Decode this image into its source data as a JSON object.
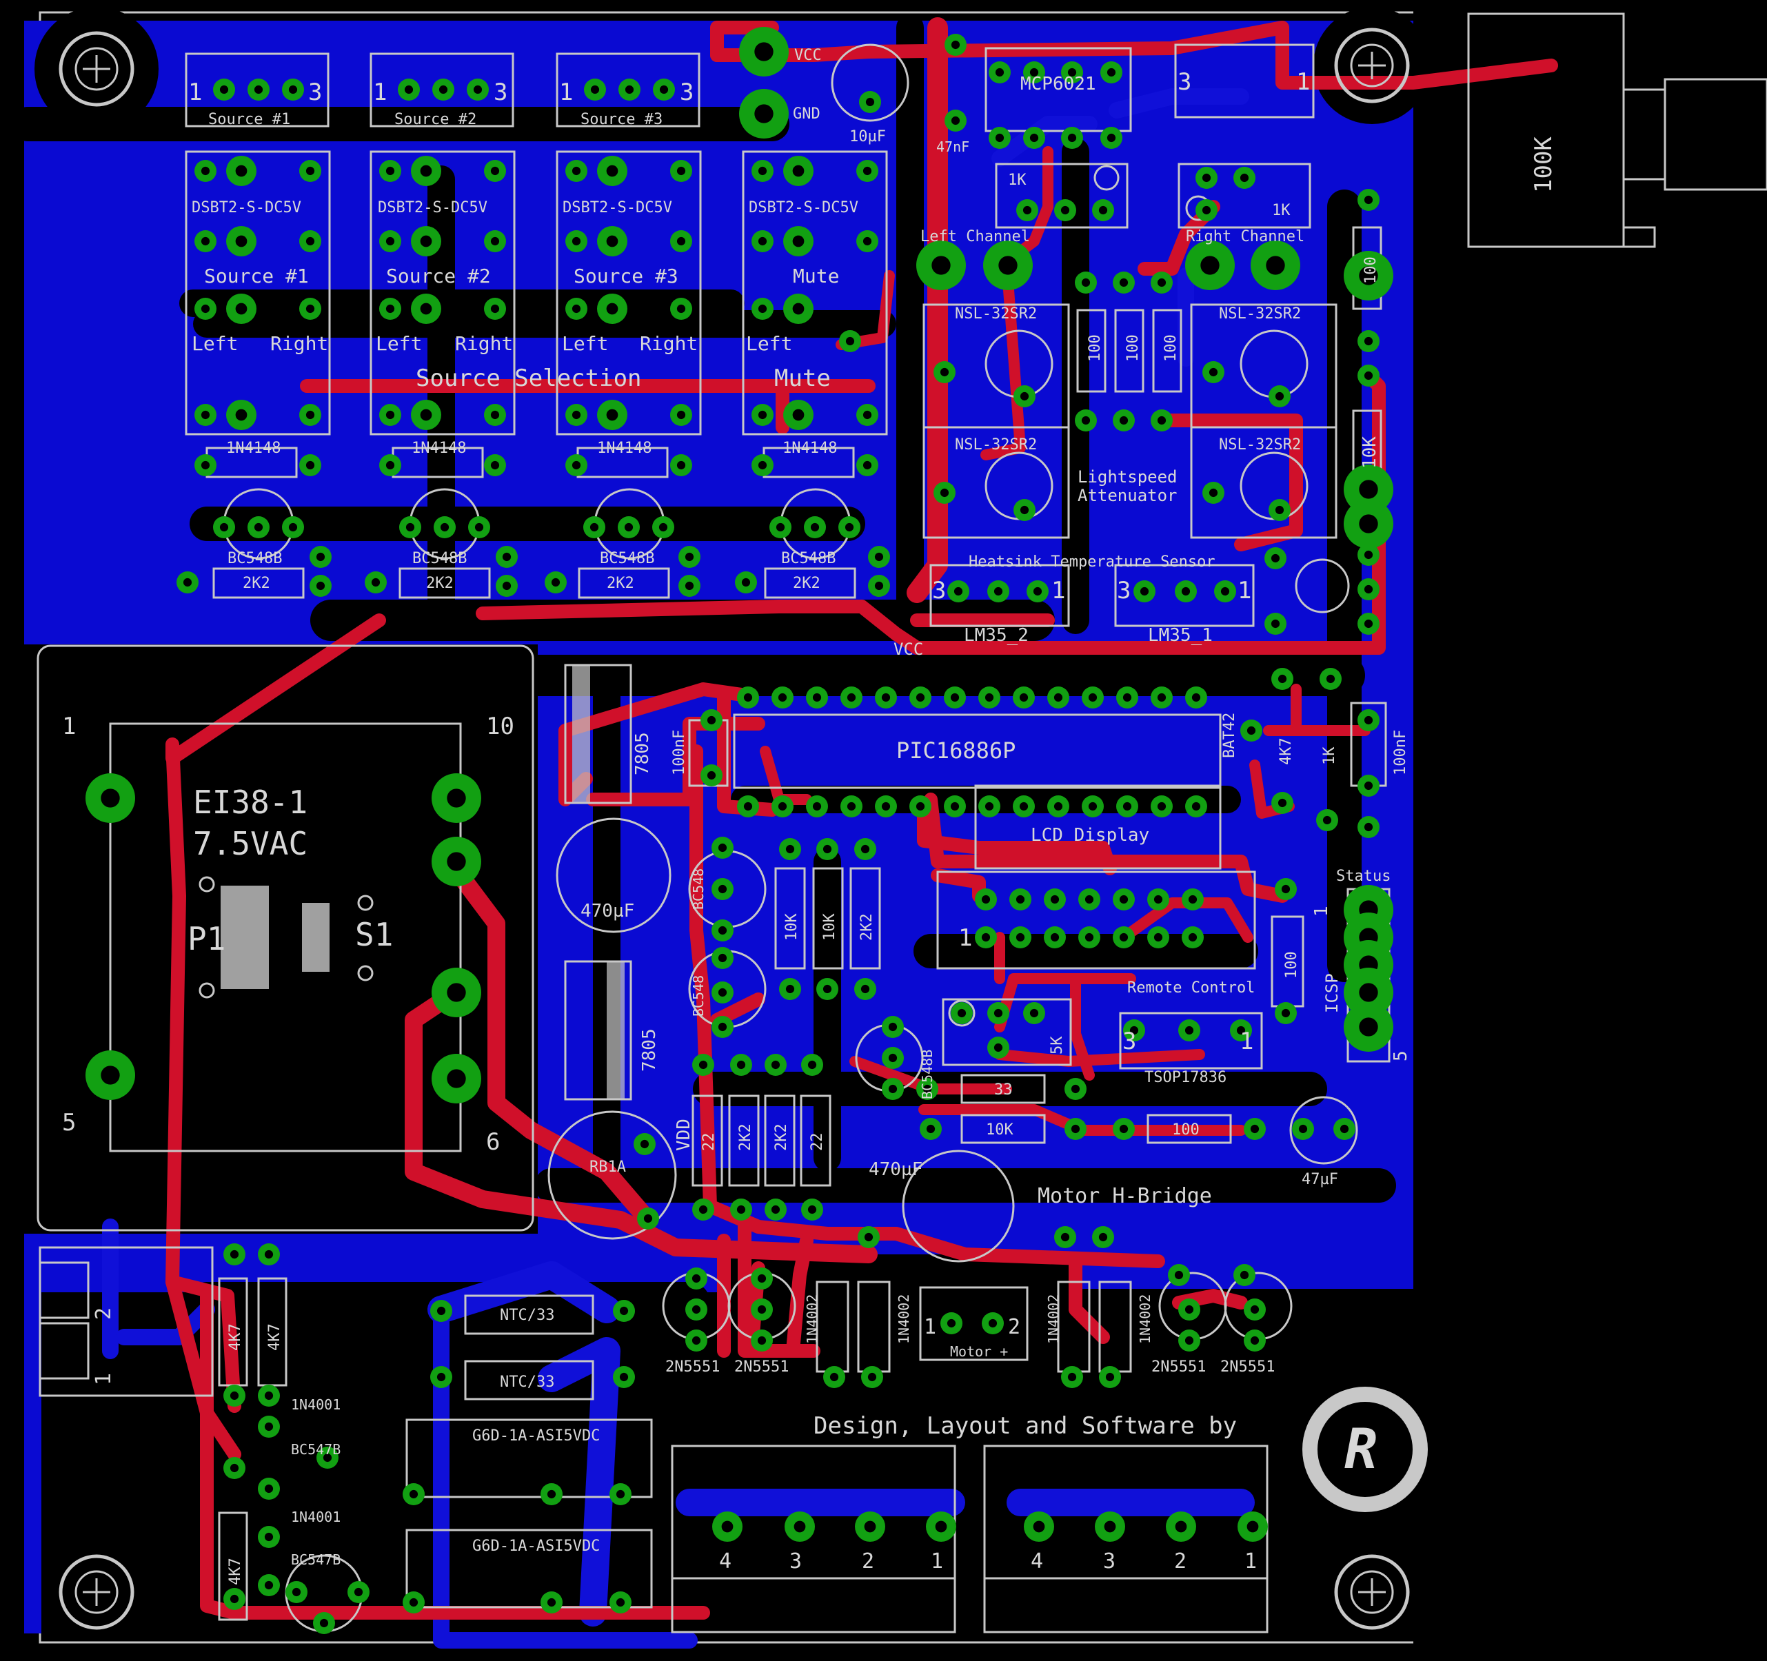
{
  "board": {
    "colors": {
      "background": "#000000",
      "copper_bottom": "#0a0ad2",
      "trace_top": "#d0102a",
      "trace_bottom": "#1010d8",
      "pad": "#12a012",
      "silkscreen": "#c8c8c8"
    },
    "labels": {
      "source1_hdr": "Source #1",
      "source2_hdr": "Source #2",
      "source3_hdr": "Source #3",
      "pin1": "1",
      "pin3": "3",
      "vcc": "VCC",
      "gnd": "GND",
      "cap_10uf": "10µF",
      "cap_47nf": "47nF",
      "mcp": "MCP6021",
      "relay_part": "DSBT2-S-DC5V",
      "relay1_name": "Source #1",
      "relay2_name": "Source #2",
      "relay3_name": "Source #3",
      "relay4_name": "Mute",
      "left": "Left",
      "right": "Right",
      "source_selection": "Source Selection",
      "mute": "Mute",
      "diode_1n4148": "1N4148",
      "transistor_bc548b": "BC548B",
      "res_2k2": "2K2",
      "res_1k": "1K",
      "left_channel": "Left Channel",
      "right_channel": "Right Channel",
      "nsl": "NSL-32SR2",
      "res_100": "100",
      "res_10k": "10K",
      "lightspeed": "Lightspeed",
      "attenuator": "Attenuator",
      "heatsink": "Heatsink Temperature Sensor",
      "lm35_2": "LM35_2",
      "lm35_1": "LM35_1",
      "pot_100k": "100K",
      "pic": "PIC16886P",
      "reg_7805": "7805",
      "cap_100nf": "100nF",
      "bat": "BAT42",
      "res_4k7": "4K7",
      "status": "Status",
      "lcd": "LCD Display",
      "bc548": "BC548",
      "icsp": "ICSP",
      "pin5": "5",
      "remote": "Remote Control",
      "tsop": "TSOP17836",
      "res_5k": "5K",
      "res_33": "33",
      "cap_47uf": "47µF",
      "cap_470uf": "470µF",
      "trafo_name": "EI38-1",
      "trafo_volt": "7.5VAC",
      "trafo_1": "1",
      "trafo_10": "10",
      "trafo_5": "5",
      "trafo_6": "6",
      "p1": "P1",
      "s1": "S1",
      "vdd": "VDD",
      "res_22": "22",
      "rb1a": "RB1A",
      "motor_hbridge": "Motor H-Bridge",
      "ntc": "NTC/33",
      "d_1n4002": "1N4002",
      "q_2n5551": "2N5551",
      "motor_plus": "Motor +",
      "pin2": "2",
      "d_1n4001": "1N4001",
      "q_bc547b": "BC547B",
      "relay_g6d": "G6D-1A-ASI5VDC",
      "design_by": "Design, Layout and Software by",
      "logo_letter": "R",
      "term_4": "4",
      "term_3": "3",
      "term_2": "2",
      "term_1": "1"
    }
  }
}
